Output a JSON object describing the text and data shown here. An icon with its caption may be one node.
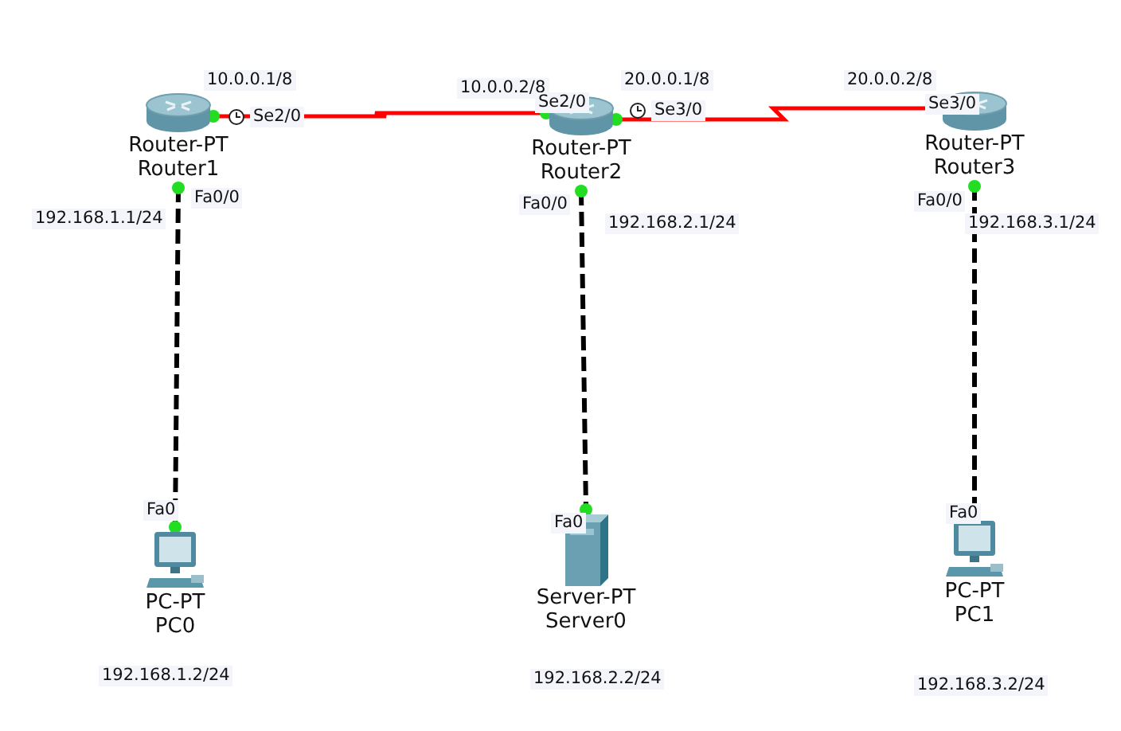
{
  "diagram": {
    "nodes": [
      {
        "text": [
          "Router-PT",
          "Router1"
        ]
      },
      {
        "text": [
          "Router-PT",
          "Router2"
        ]
      },
      {
        "text": [
          "Router-PT",
          "Router3"
        ]
      },
      {
        "text": [
          "PC-PT",
          "PC0"
        ]
      },
      {
        "text": [
          "Server-PT",
          "Server0"
        ]
      },
      {
        "text": [
          "PC-PT",
          "PC1"
        ]
      }
    ],
    "edges": [
      {
        "from": 0,
        "to": 1,
        "arrow": "none",
        "color": "#ff0000"
      },
      {
        "from": 1,
        "to": 2,
        "arrow": "none",
        "color": "#ff0000"
      },
      {
        "from": 0,
        "to": 3,
        "arrow": "none",
        "style": "dashed"
      },
      {
        "from": 1,
        "to": 4,
        "arrow": "none",
        "style": "dashed"
      },
      {
        "from": 2,
        "to": 5,
        "arrow": "none",
        "style": "dashed"
      }
    ],
    "labels": [
      "10.0.0.1/8",
      "10.0.0.2/8",
      "20.0.0.1/8",
      "20.0.0.2/8",
      "Se2/0",
      "Se2/0",
      "Se3/0",
      "Se3/0",
      "Fa0/0",
      "Fa0/0",
      "Fa0/0",
      "192.168.1.1/24",
      "192.168.2.1/24",
      "192.168.3.1/24",
      "Fa0",
      "Fa0",
      "Fa0",
      "192.168.1.2/24",
      "192.168.2.2/24",
      "192.168.3.2/24"
    ]
  }
}
